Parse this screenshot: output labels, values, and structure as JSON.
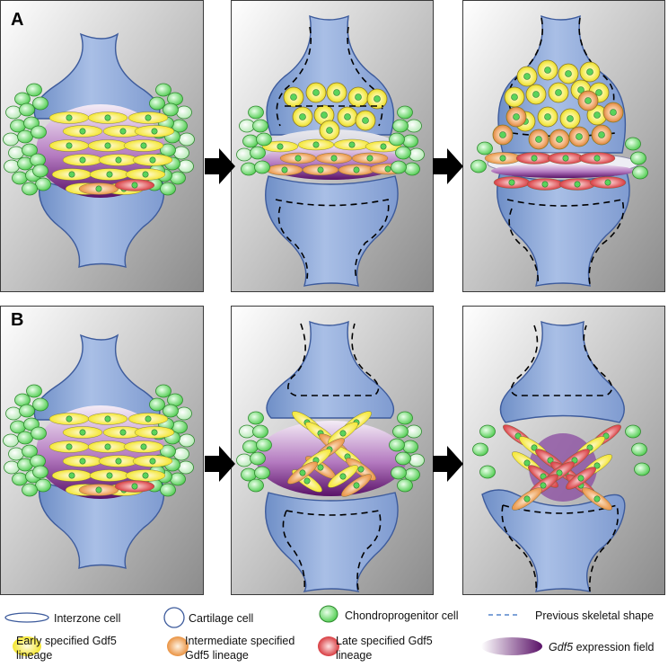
{
  "rows": [
    {
      "label": "A",
      "panels": [
        "interzone",
        "row-a-intermediate",
        "row-a-late"
      ]
    },
    {
      "label": "B",
      "panels": [
        "interzone",
        "row-b-intermediate",
        "row-b-late"
      ]
    }
  ],
  "legend": {
    "interzone_cell": "Interzone cell",
    "cartilage_cell": "Cartilage cell",
    "chondroprogenitor_cell": "Chondroprogenitor cell",
    "previous_skeletal_shape": "Previous skeletal shape",
    "early_line1": "Early specified Gdf5",
    "early_line2": "lineage",
    "intermediate_line1": "Intermediate specified",
    "intermediate_line2": "Gdf5 lineage",
    "late_line1": "Late specified Gdf5",
    "late_line2": "lineage",
    "gdf5_italic": "Gdf5",
    "gdf5_rest": " expression field"
  },
  "colors": {
    "bone": "#8fa9d6",
    "bone_light": "#b7c8e8",
    "outline": "#3d5b9c",
    "chondro": "#7fe07f",
    "chondro_edge": "#3a9a3a",
    "early": "#f5ea2a",
    "intermediate": "#e8923a",
    "late": "#d8242a",
    "gdf5_field": "#6a1d7a",
    "arrow": "#000000"
  }
}
